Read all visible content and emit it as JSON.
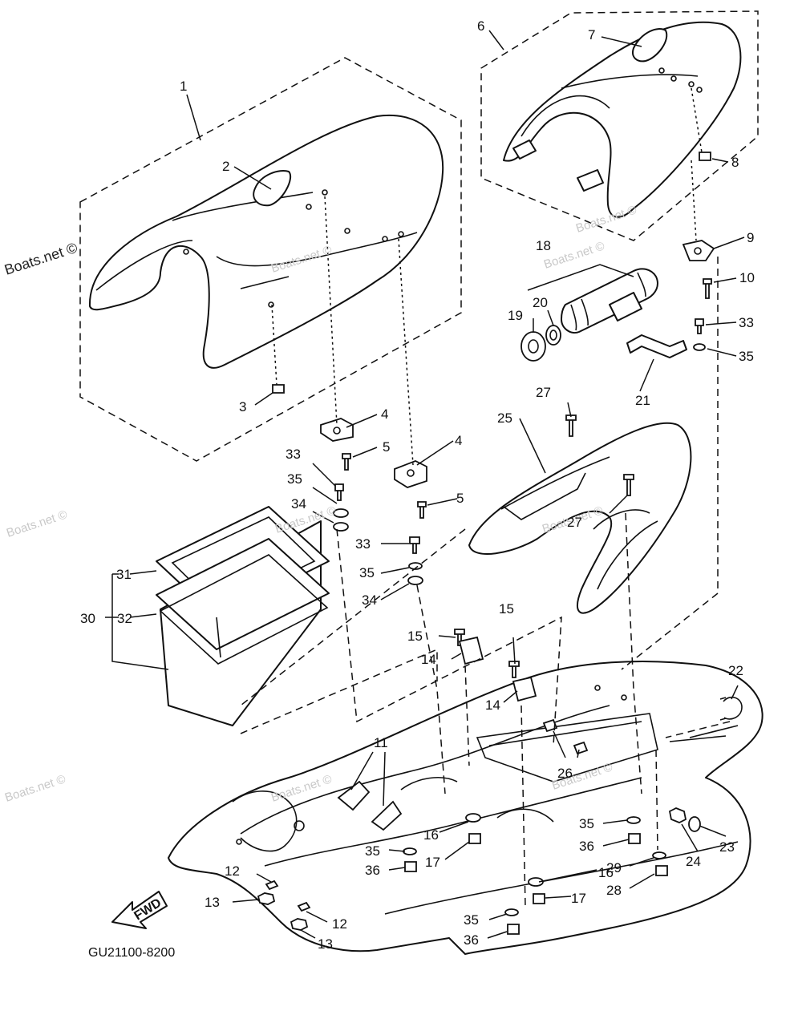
{
  "diagram_code": "GU21100-8200",
  "watermark_primary": "Boats.net ©",
  "watermark_faint": "Boats.net ©",
  "fwd_label": "FWD",
  "part_numbers": [
    "1",
    "2",
    "3",
    "4",
    "4",
    "5",
    "5",
    "6",
    "7",
    "8",
    "9",
    "10",
    "11",
    "12",
    "12",
    "13",
    "13",
    "14",
    "14",
    "15",
    "15",
    "16",
    "16",
    "17",
    "17",
    "18",
    "19",
    "20",
    "21",
    "22",
    "23",
    "24",
    "25",
    "26",
    "27",
    "27",
    "28",
    "29",
    "30",
    "31",
    "32",
    "33",
    "33",
    "33",
    "34",
    "34",
    "35",
    "35",
    "35",
    "35",
    "35",
    "35",
    "36",
    "36",
    "36"
  ]
}
